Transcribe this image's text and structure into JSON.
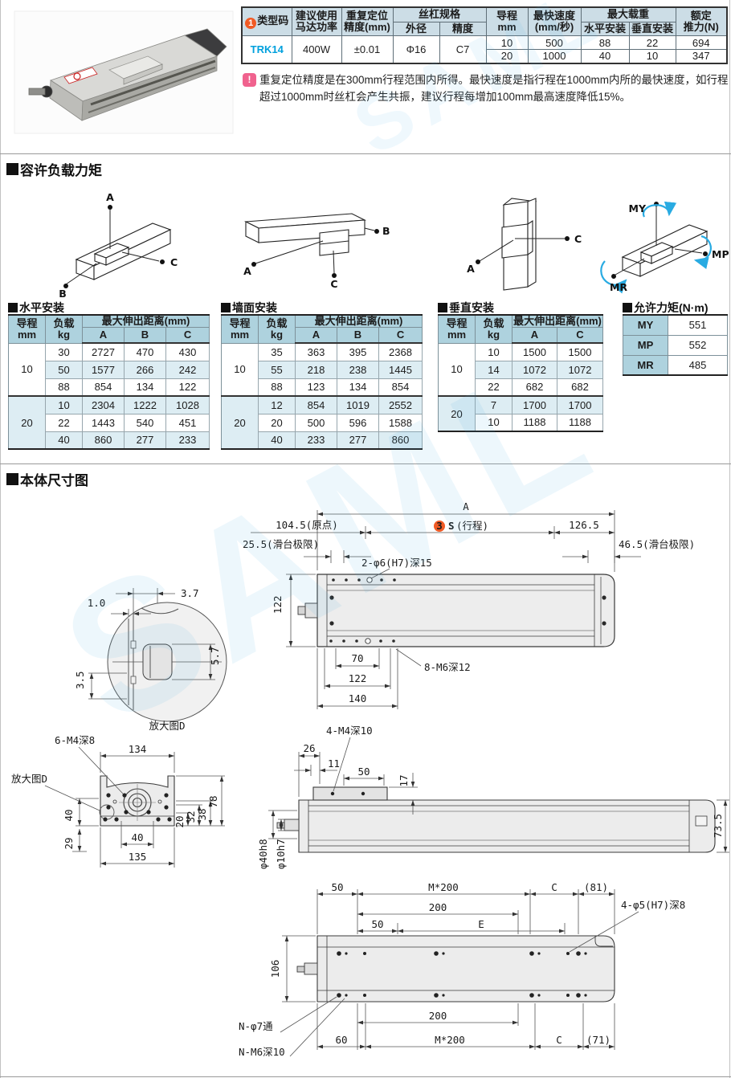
{
  "spec": {
    "badge": "1",
    "h_type": "类型码",
    "h_power1": "建议使用",
    "h_power2": "马达功率",
    "h_prec1": "重复定位",
    "h_prec2": "精度(mm)",
    "h_screw": "丝杠规格",
    "h_od": "外径",
    "h_grade": "精度",
    "h_lead1": "导程",
    "h_lead2": "mm",
    "h_speed1": "最快速度",
    "h_speed2": "(mm/秒)",
    "h_load": "最大载重",
    "h_loadh": "水平安装",
    "h_loadv": "垂直安装",
    "h_thrust1": "额定",
    "h_thrust2": "推力(N)",
    "model": "TRK14",
    "power": "400W",
    "precision": "±0.01",
    "od": "Φ16",
    "grade": "C7",
    "rows": [
      {
        "lead": "10",
        "speed": "500",
        "loadh": "88",
        "loadv": "22",
        "thrust": "694"
      },
      {
        "lead": "20",
        "speed": "1000",
        "loadv": "10",
        "loadh": "40",
        "thrust": "347"
      }
    ]
  },
  "note": {
    "badge": "!",
    "text": "重复定位精度是在300mm行程范围内所得。最快速度是指行程在1000mm内所的最快速度，如行程超过1000mm时丝杠会产生共振，建议行程每增加100mm最高速度降低15%。"
  },
  "sec_moment": {
    "title": "容许负载力矩"
  },
  "diag": {
    "d1": {
      "a": "A",
      "b": "B",
      "c": "C"
    },
    "d2": {
      "a": "A",
      "b": "B",
      "c": "C"
    },
    "d3": {
      "a": "A",
      "c": "C"
    },
    "d4": {
      "my": "MY",
      "mp": "MP",
      "mr": "MR"
    }
  },
  "mt": {
    "dist": "最大伸出距离(mm)",
    "lead1": "导程",
    "lead2": "mm",
    "load1": "负载",
    "load2": "kg",
    "h": {
      "title": "水平安装",
      "c": [
        "A",
        "B",
        "C"
      ],
      "g": [
        {
          "lead": "10",
          "r": [
            [
              "30",
              "2727",
              "470",
              "430"
            ],
            [
              "50",
              "1577",
              "266",
              "242"
            ],
            [
              "88",
              "854",
              "134",
              "122"
            ]
          ]
        },
        {
          "lead": "20",
          "r": [
            [
              "10",
              "2304",
              "1222",
              "1028"
            ],
            [
              "22",
              "1443",
              "540",
              "451"
            ],
            [
              "40",
              "860",
              "277",
              "233"
            ]
          ]
        }
      ]
    },
    "w": {
      "title": "墙面安装",
      "c": [
        "A",
        "B",
        "C"
      ],
      "g": [
        {
          "lead": "10",
          "r": [
            [
              "35",
              "363",
              "395",
              "2368"
            ],
            [
              "55",
              "218",
              "238",
              "1445"
            ],
            [
              "88",
              "123",
              "134",
              "854"
            ]
          ]
        },
        {
          "lead": "20",
          "r": [
            [
              "12",
              "854",
              "1019",
              "2552"
            ],
            [
              "20",
              "500",
              "596",
              "1588"
            ],
            [
              "40",
              "233",
              "277",
              "860"
            ]
          ]
        }
      ]
    },
    "v": {
      "title": "垂直安装",
      "c": [
        "A",
        "C"
      ],
      "g": [
        {
          "lead": "10",
          "r": [
            [
              "10",
              "1500",
              "1500"
            ],
            [
              "14",
              "1072",
              "1072"
            ],
            [
              "22",
              "682",
              "682"
            ]
          ]
        },
        {
          "lead": "20",
          "r": [
            [
              "7",
              "1700",
              "1700"
            ],
            [
              "10",
              "1188",
              "1188"
            ]
          ]
        }
      ]
    },
    "m": {
      "title": "允许力矩(N·m)",
      "rows": [
        [
          "MY",
          "551"
        ],
        [
          "MP",
          "552"
        ],
        [
          "MR",
          "485"
        ]
      ]
    }
  },
  "sec_dim": {
    "title": "本体尺寸图"
  },
  "plan": {
    "a": "A",
    "badge": "3",
    "s": "S",
    "stroke": "(行程)",
    "origin": "104.5(原点)",
    "d1265": "126.5",
    "liml": "25.5(滑台极限)",
    "limr": "46.5(滑台极限)",
    "holes_top": "2-φ6(H7)深15",
    "h122": "122",
    "d70": "70",
    "d122": "122",
    "d140": "140",
    "holes_bot": "8-M6深12"
  },
  "det": {
    "cap": "放大图D",
    "d37": "3.7",
    "d10": "1.0",
    "d57": "5.7",
    "d35": "3.5"
  },
  "cross": {
    "holes": "6-M4深8",
    "ref": "放大图D",
    "d134": "134",
    "d40l": "40",
    "d29": "29",
    "d40b": "40",
    "d135": "135",
    "d20": "20",
    "d32": "32",
    "d38": "38",
    "d78": "78"
  },
  "side": {
    "holes": "4-M4深10",
    "d26": "26",
    "d11": "11",
    "d50": "50",
    "d17": "17",
    "s40": "φ40h8",
    "s10": "φ10h7",
    "d735": "73.5"
  },
  "bot": {
    "d50a": "50",
    "m200t": "M*200",
    "ct": "C",
    "d81": "(81)",
    "d200t": "200",
    "d50b": "50",
    "e": "E",
    "holes": "4-φ5(H7)深8",
    "d106": "106",
    "d200b": "200",
    "d60": "60",
    "m200b": "M*200",
    "cb": "C",
    "d71": "(71)",
    "n7": "N-φ7通",
    "nm6": "N-M6深10"
  },
  "wm": "SAML"
}
